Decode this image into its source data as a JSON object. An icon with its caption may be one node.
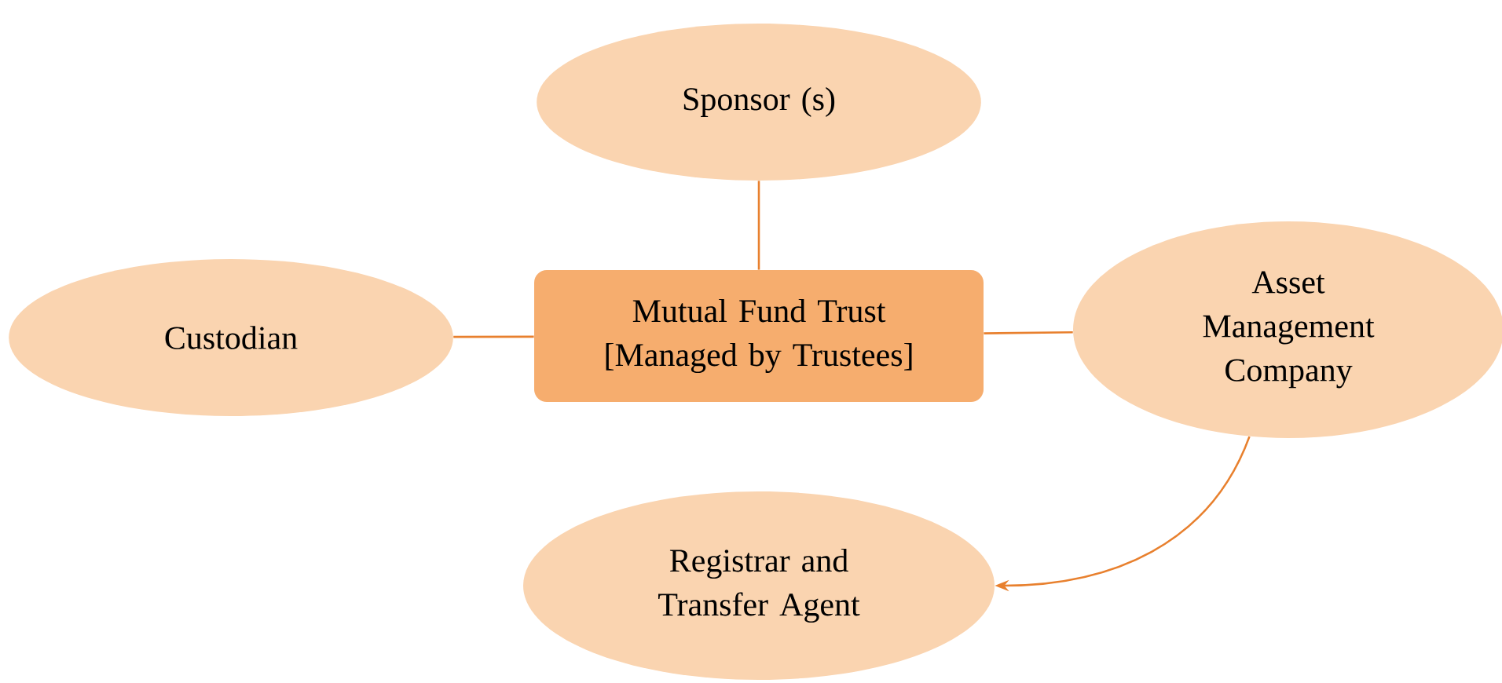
{
  "diagram": {
    "nodes": [
      {
        "text": [
          "Sponsor (s)"
        ]
      },
      {
        "text": [
          "Custodian"
        ]
      },
      {
        "text": [
          "Mutual Fund Trust",
          "[Managed by Trustees]"
        ]
      },
      {
        "text": [
          "Asset Management Company"
        ]
      },
      {
        "text": [
          "Registrar and Transfer Agent"
        ]
      }
    ],
    "edges": [
      {
        "from": 0,
        "to": 2,
        "arrow": "none"
      },
      {
        "from": 1,
        "to": 2,
        "arrow": "none"
      },
      {
        "from": 2,
        "to": 3,
        "arrow": "none"
      },
      {
        "from": 3,
        "to": 4,
        "arrow": "to"
      }
    ]
  }
}
